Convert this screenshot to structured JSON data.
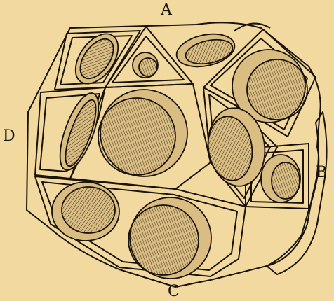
{
  "figure": {
    "labels": {
      "a": "A",
      "b": "B",
      "c": "C",
      "d": "D"
    },
    "colors": {
      "paper": "#f2d9a0",
      "ink": "#1a1208",
      "shade": "#d9bd82"
    }
  }
}
